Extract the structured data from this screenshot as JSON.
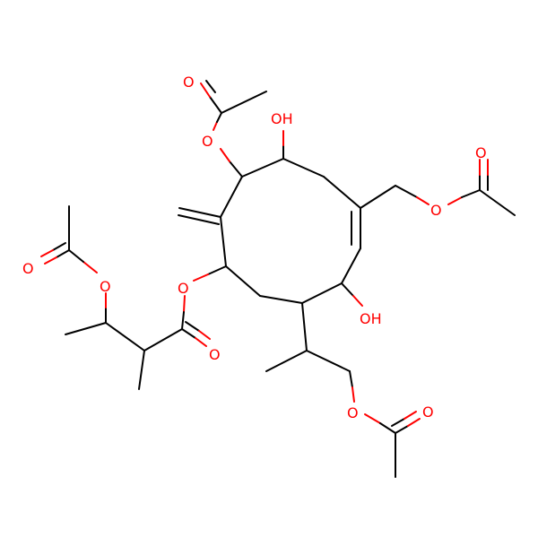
{
  "molecule": {
    "atom_labels": {
      "o_acetyl_top": "O",
      "o_acetyl_top_carbonyl": "O",
      "oh_top": "OH",
      "o_acetyl_right": "O",
      "o_acetyl_right_carbonyl": "O",
      "o_ester_left": "O",
      "o_ester_carbonyl": "O",
      "o_acetyl_left": "O",
      "o_acetyl_left_carbonyl": "O",
      "oh_bottom": "OH",
      "o_acetyl_bottom": "O",
      "o_acetyl_bottom_carbonyl": "O"
    }
  },
  "colors": {
    "carbon_bond": "#000000",
    "oxygen": "#ff0000",
    "background": "#ffffff"
  }
}
